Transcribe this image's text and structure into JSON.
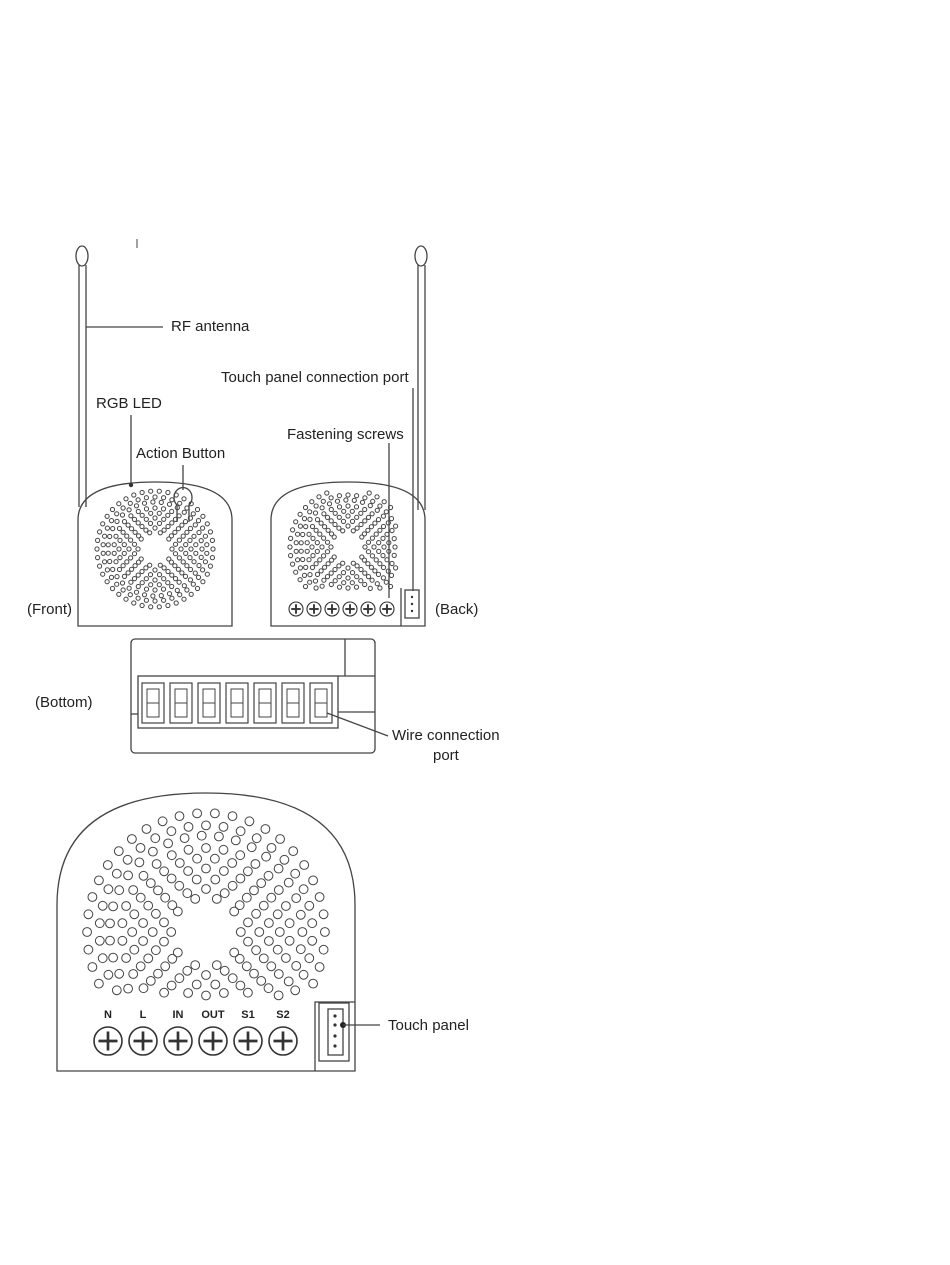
{
  "labels": {
    "rf_antenna": "RF antenna",
    "rgb_led": "RGB LED",
    "action_button": "Action Button",
    "touch_panel_port": "Touch panel connection port",
    "fastening_screws": "Fastening screws",
    "front": "(Front)",
    "back": "(Back)",
    "bottom": "(Bottom)",
    "wire_port_line1": "Wire connection",
    "wire_port_line2": "port",
    "touch_panel": "Touch panel"
  },
  "terminals": [
    "N",
    "L",
    "IN",
    "OUT",
    "S1",
    "S2"
  ],
  "colors": {
    "line": "#444444",
    "text": "#222222",
    "background": "#ffffff"
  }
}
